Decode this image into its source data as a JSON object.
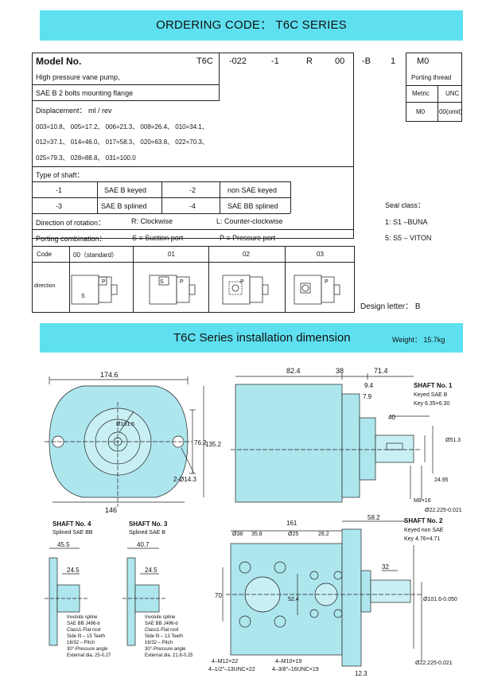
{
  "header": {
    "title": "ORDERING CODE： T6C SERIES"
  },
  "code_row": {
    "model_label": "Model No.",
    "segments": [
      "T6C",
      "-022",
      "-1",
      "R",
      "00",
      "-B",
      "1",
      "M0"
    ]
  },
  "model_desc": {
    "line1": "High pressure vane pump,",
    "line2": "SAE B   2 bolts mounting flange"
  },
  "porting_thread": {
    "title": "Porting thread",
    "metric_label": "Metric",
    "unc_label": "UNC",
    "metric_value": "M0",
    "unc_value": "00(omit)"
  },
  "displacement": {
    "title": "Displacement： ml / rev",
    "rows": [
      "003=10.8、 005=17.2、 006=21.3、 008=26.4、 010=34.1、",
      "012=37.1、 014=46.0、 017=58.3、 020=63.8、 022=70.3、",
      "025=79.3、 028=88.8、 031=100.0"
    ]
  },
  "shaft": {
    "title": "Type of shaft：",
    "rows": [
      [
        "-1",
        "SAE B keyed",
        "-2",
        "non SAE keyed"
      ],
      [
        "-3",
        "SAE B splined",
        "-4",
        "SAE BB splined"
      ]
    ]
  },
  "rotation": {
    "title": "Direction of rotation：",
    "r": "R: Clockwise",
    "l": "L:  Counter-clockwise"
  },
  "porting": {
    "title": "Porting combination：",
    "s": "S = Suction port",
    "p": "P = Pressure port"
  },
  "code_table": {
    "code_label": "Code",
    "direction_label": "direction",
    "codes": [
      "00（standard）",
      "01",
      "02",
      "03"
    ]
  },
  "seal": {
    "title": "Seal class：",
    "s1": "1: S1 –BUNA",
    "s5": "5: S5 – VITON"
  },
  "design": {
    "label": "Design letter： B"
  },
  "install": {
    "title": "T6C Series installation dimension",
    "weight": "Weight： 15.7kg"
  },
  "dims": {
    "front": {
      "width": "174.6",
      "bottom": "146",
      "h1": "76.2",
      "h2": "135.2",
      "hole": "2-Ø14.3",
      "dia": "Ø101.6"
    },
    "side": {
      "d1": "82.4",
      "d2": "38",
      "d3": "71.4",
      "d4": "9.4",
      "d5": "7.9",
      "d6": "40",
      "v1": "M8×16",
      "v2": "Ø22.225-0.021",
      "v3": "24.95",
      "v4": "Ø51.3"
    },
    "rear": {
      "d1": "161",
      "d2": "Ø38",
      "d3": "35.8",
      "d4": "Ø25",
      "d5": "26.2",
      "d6": "58.2",
      "d7": "32",
      "d8": "70",
      "d9": "52.4",
      "d10": "12.3",
      "t1": "4–M12×22",
      "t2": "4–M10×19",
      "t3": "4–1/2″–13UNC×22",
      "t4": "4–3/8″–16UNC×19",
      "v1": "Ø101.6-0.050",
      "v2": "Ø22.225-0.021"
    },
    "shaft4": {
      "d1": "45.5",
      "d2": "24.5"
    },
    "shaft3": {
      "d1": "40.7",
      "d2": "24.5"
    }
  },
  "shaft1": {
    "title": "SHAFT No. 1",
    "l1": "Keyed SAE B",
    "l2": "Key 6.35×6.30"
  },
  "shaft2": {
    "title": "SHAFT No. 2",
    "l1": "Keyed non SAE",
    "l2": "Key 4.76×4.71"
  },
  "shaft4_info": {
    "title": "SHAFT No. 4",
    "sub": "Splined SAE BB",
    "notes": [
      "Involute spline",
      "SAE BB J496-b",
      "Class1-Flat root",
      "Side fit – 15 Teeth",
      "16/32 – Pitch",
      "30°-Pressure angle",
      "External dia. 25-0.27"
    ]
  },
  "shaft3_info": {
    "title": "SHAFT No. 3",
    "sub": "Splined SAE B",
    "notes": [
      "Involute spline",
      "SAE BB J496-b",
      "Class1-Flat root",
      "Side fit – 13 Teeth",
      "16/32 – Pitch",
      "30°-Pressure angle",
      "External dia. 21.8-0.25"
    ]
  },
  "colors": {
    "banner": "#5fe0f0",
    "drawing_fill": "#aee6ee"
  }
}
